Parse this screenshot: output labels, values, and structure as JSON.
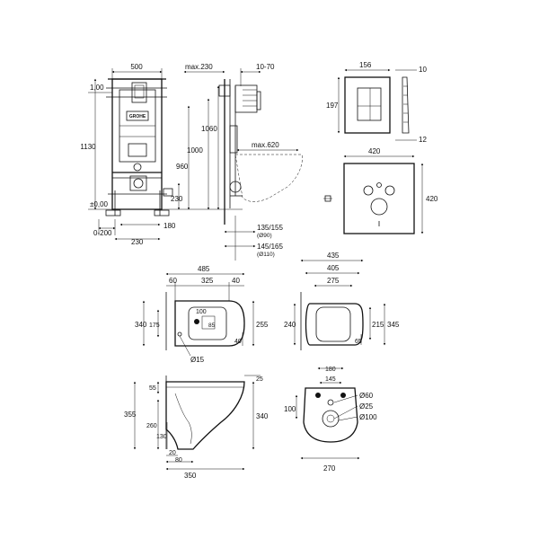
{
  "frame_view": {
    "labels": {
      "w500": "500",
      "max230": "max.230",
      "r1070": "10-70",
      "h1130": "1130",
      "h1060": "1060",
      "h1000": "1000",
      "h960": "960",
      "h230": "230",
      "maxw620": "max.620",
      "w180": "180",
      "w0200": "0-200",
      "w230": "230",
      "d135": "135/155",
      "d90": "(Ø90)",
      "d145": "145/165",
      "d110": "(Ø110)",
      "g100": "1,00",
      "g000": "±0,00",
      "brand": "GROHE"
    }
  },
  "plate_view": {
    "labels": {
      "w156": "156",
      "h197": "197",
      "t10": "10",
      "t12": "12",
      "w420": "420",
      "h420": "420"
    }
  },
  "bowl_top_view": {
    "labels": {
      "w485": "485",
      "w60": "60",
      "w325": "325",
      "w40": "40",
      "h340": "340",
      "h175": "175",
      "h100": "100",
      "h85": "85",
      "h255": "255",
      "h40": "40",
      "d15": "Ø15"
    }
  },
  "seat_view": {
    "labels": {
      "w435": "435",
      "w405": "405",
      "w275": "275",
      "h240": "240",
      "h215": "215",
      "h345": "345",
      "h65": "65"
    }
  },
  "side_view": {
    "labels": {
      "h55": "55",
      "h355": "355",
      "h260": "260",
      "h130": "130",
      "h25": "25",
      "h340": "340",
      "w20": "20",
      "w80": "80",
      "w350": "350"
    }
  },
  "back_view": {
    "labels": {
      "w180": "180",
      "w145": "145",
      "h100": "100",
      "d60": "Ø60",
      "d25": "Ø25",
      "d100": "Ø100",
      "w270": "270"
    }
  }
}
